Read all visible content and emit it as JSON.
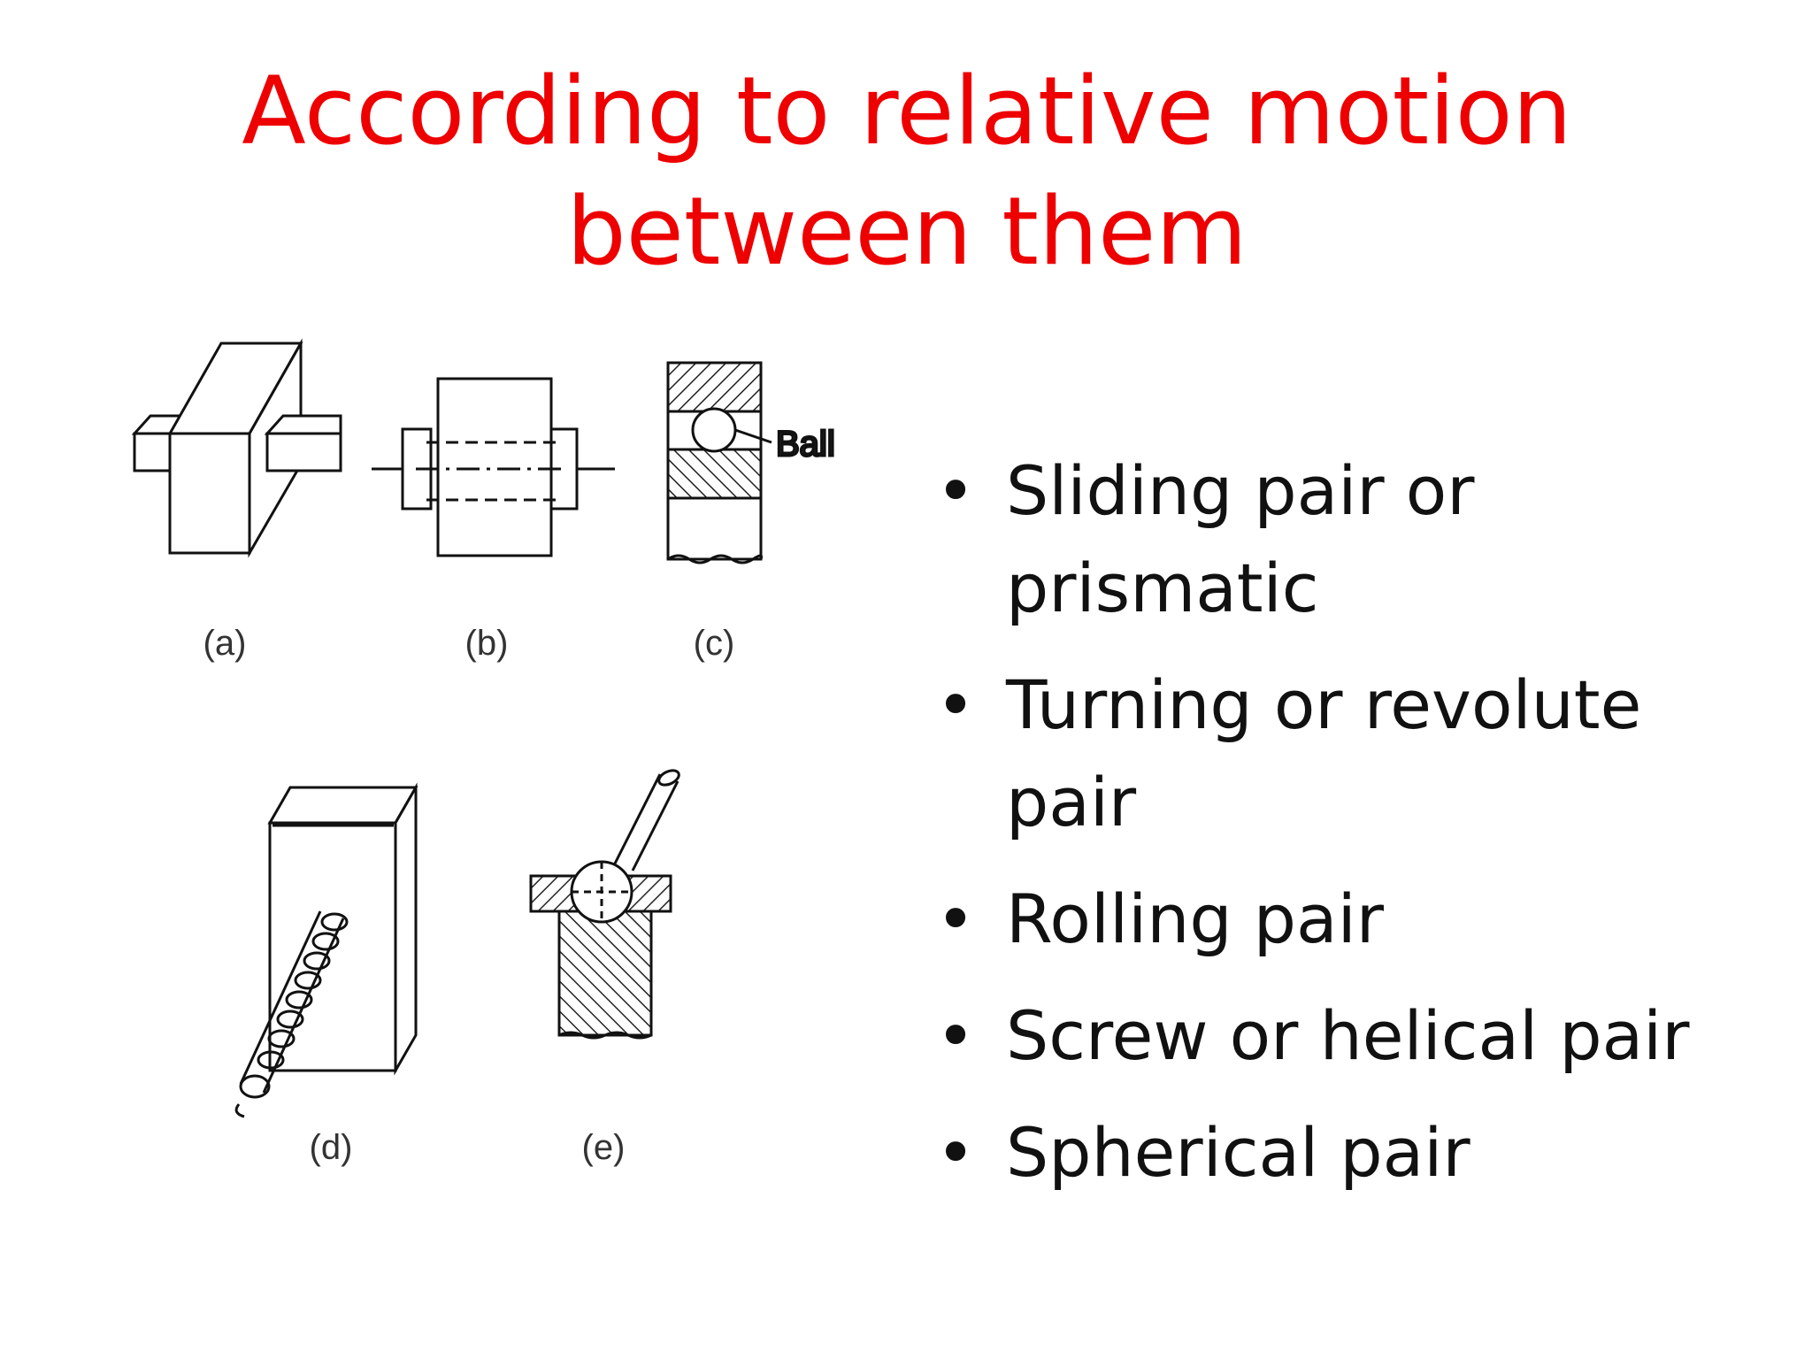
{
  "slide": {
    "title": "According to relative motion between them"
  },
  "figure": {
    "labels": [
      "(a)",
      "(b)",
      "(c)",
      "(d)",
      "(e)"
    ],
    "ball_label": "Ball"
  },
  "bullets": [
    "Sliding pair or prismatic",
    "Turning or revolute pair",
    "Rolling pair",
    "Screw or helical pair",
    "Spherical pair"
  ],
  "bullet_symbol": "•",
  "colors": {
    "title": "#ee0000",
    "text": "#111111",
    "background": "#ffffff"
  }
}
